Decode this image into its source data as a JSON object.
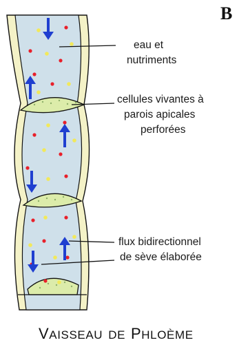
{
  "panel_letter": "B",
  "labels": {
    "water": [
      "eau et",
      "nutriments"
    ],
    "cells": [
      "cellules vivantes à",
      "parois apicales",
      "perforées"
    ],
    "flux": [
      "flux bidirectionnel",
      "de sève élaborée"
    ]
  },
  "caption": {
    "v": "V",
    "aisseau": "AISSEAU",
    "de": "DE",
    "p": "P",
    "hloeme": "HLOÈME"
  },
  "colors": {
    "lumen": "#cfe0ea",
    "cell_wall_fill": "#f4f2c7",
    "plate_fill": "#dcecaa",
    "arrow": "#1f3fd0",
    "red_dot": "#e8202a",
    "yellow_dot": "#f2e95a",
    "outline": "#111111"
  },
  "icons": [
    "arrow-down-icon",
    "arrow-up-icon"
  ]
}
